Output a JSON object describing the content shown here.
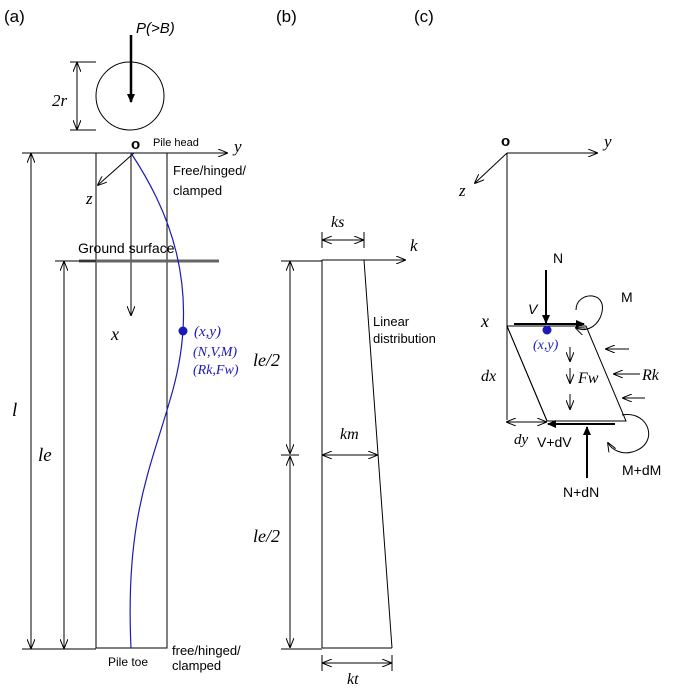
{
  "panels": {
    "a": "(a)",
    "b": "(b)",
    "c": "(c)"
  },
  "panel_a": {
    "load": "P(>B)",
    "diameter": "2r",
    "origin": "o",
    "pile_head": "Pile head",
    "y_axis": "y",
    "z_axis": "z",
    "x_axis": "x",
    "head_condition_1": "Free/hinged/",
    "head_condition_2": "clamped",
    "ground_surface": "Ground surface",
    "length": "l",
    "embedded_length": "le",
    "point": "(x,y)",
    "forces": "(N,V,M)",
    "reactions": "(Rk,Fw)",
    "pile_toe": "Pile toe",
    "toe_condition_1": "free/hinged/",
    "toe_condition_2": "clamped"
  },
  "panel_b": {
    "ks": "ks",
    "k_axis": "k",
    "linear_1": "Linear",
    "linear_2": "distribution",
    "half_upper": "le/2",
    "km": "km",
    "half_lower": "le/2",
    "kt": "kt"
  },
  "panel_c": {
    "origin": "o",
    "y_axis": "y",
    "z_axis": "z",
    "N": "N",
    "M": "M",
    "x": "x",
    "V": "V",
    "point": "(x,y)",
    "dx": "dx",
    "Fw": "Fw",
    "Rk": "Rk",
    "dy": "dy",
    "V_dV": "V+dV",
    "M_dM": "M+dM",
    "N_dN": "N+dN"
  },
  "colors": {
    "curve": "#1a1ab8",
    "ground": "#666666",
    "ink": "#000000"
  }
}
